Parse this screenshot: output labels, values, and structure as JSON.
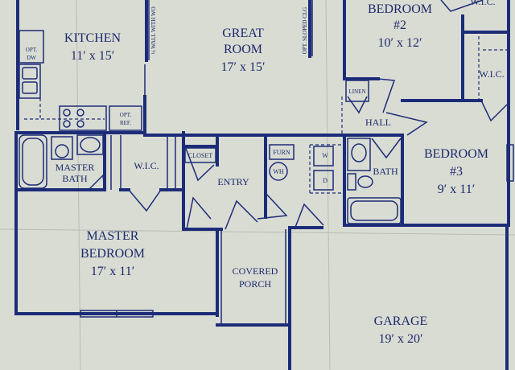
{
  "rooms": {
    "kitchen": {
      "name": "KITCHEN",
      "size": "11′ x 15′"
    },
    "great_room": {
      "name1": "GREAT",
      "name2": "ROOM",
      "size": "17′ x 15′"
    },
    "bedroom2": {
      "name": "BEDROOM",
      "num": "#2",
      "size": "10′ x 12′"
    },
    "bedroom3": {
      "name": "BEDROOM",
      "num": "#3",
      "size": "9′ x 11′"
    },
    "master_bedroom": {
      "name1": "MASTER",
      "name2": "BEDROOM",
      "size": "17′ x 11′"
    },
    "master_bath": {
      "name1": "MASTER",
      "name2": "BATH"
    },
    "wic_master": {
      "name": "W.I.C."
    },
    "wic_top": {
      "name": "W.I.C."
    },
    "wic_right": {
      "name": "W.I.C."
    },
    "entry": {
      "name": "ENTRY"
    },
    "closet": {
      "name": "CLOSET"
    },
    "furn": {
      "name": "FURN"
    },
    "wh": {
      "name": "WH"
    },
    "washer": {
      "name": "W"
    },
    "dryer": {
      "name": "D"
    },
    "bath": {
      "name": "BATH"
    },
    "hall": {
      "name": "HALL"
    },
    "linen": {
      "name": "LINEN"
    },
    "covered_porch": {
      "name1": "COVERED",
      "name2": "PORCH"
    },
    "garage": {
      "name": "GARAGE",
      "size": "19′ x 20′"
    }
  },
  "notes": {
    "opt_dw": {
      "l1": "OPT.",
      "l2": "DW"
    },
    "opt_ref": {
      "l1": "OPT.",
      "l2": "REF."
    },
    "half_wall": "½ WALL WITH WO",
    "sloped_clg": "OPT. SLOPED CLG"
  }
}
